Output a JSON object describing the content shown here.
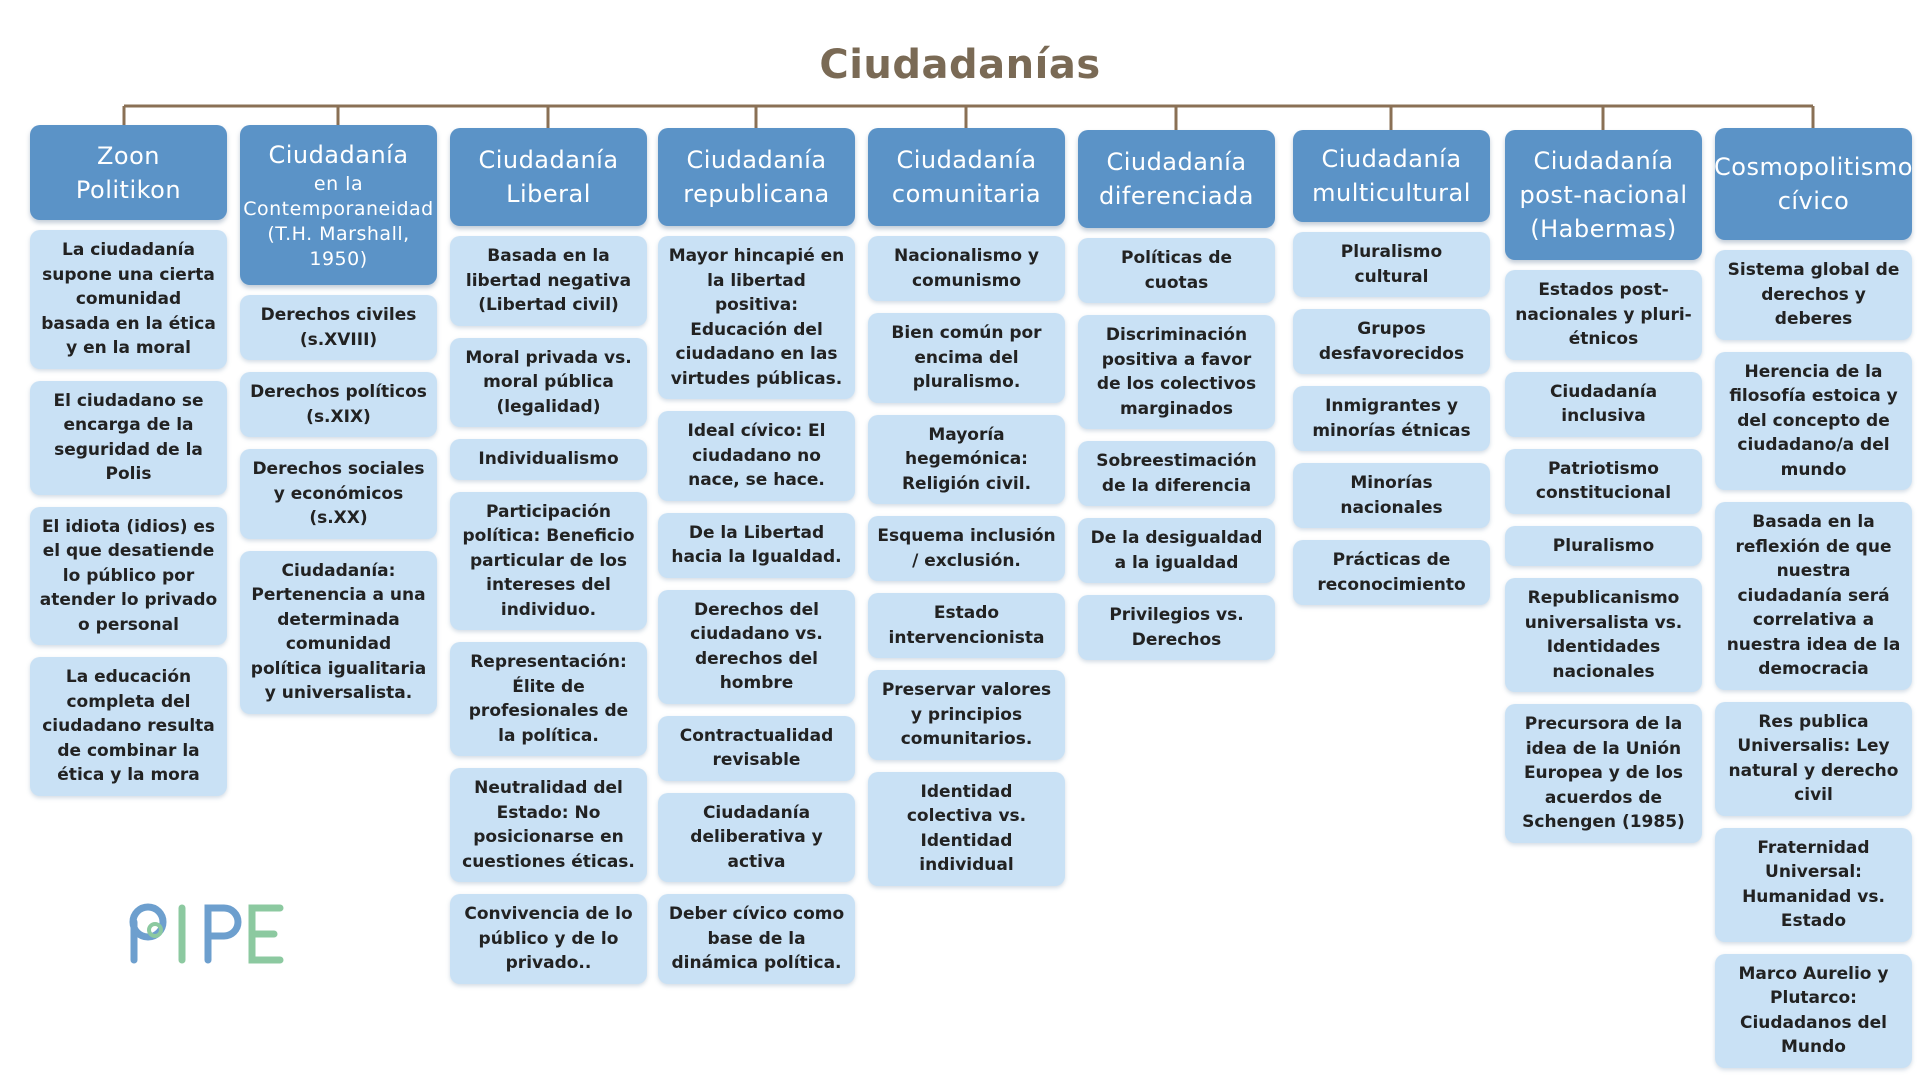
{
  "title": "Ciudadanías",
  "columns": [
    {
      "header": [
        "Zoon",
        "Politikon"
      ],
      "items": [
        "La ciudadanía supone una cierta comunidad basada en la ética y en la moral",
        "El ciudadano se encarga de la seguridad de la Polis",
        "El idiota (idios) es el que desatiende lo público por atender lo privado o personal",
        "La educación completa del ciudadano resulta de combinar la ética y la mora"
      ]
    },
    {
      "header": [
        "Ciudadanía"
      ],
      "header_sub": [
        "en la",
        "Contemporaneidad",
        "(T.H. Marshall,",
        "1950)"
      ],
      "items": [
        "Derechos civiles (s.XVIII)",
        "Derechos políticos (s.XIX)",
        "Derechos sociales y económicos (s.XX)",
        "Ciudadanía: Pertenencia a una determinada comunidad política igualitaria y universalista."
      ]
    },
    {
      "header": [
        "Ciudadanía",
        "Liberal"
      ],
      "items": [
        "Basada en la libertad negativa (Libertad civil)",
        "Moral privada vs. moral pública (legalidad)",
        "Individualismo",
        "Participación política: Beneficio particular de los intereses del individuo.",
        "Representación: Élite de profesionales de la política.",
        "Neutralidad del Estado: No posicionarse en cuestiones éticas.",
        "Convivencia de lo público y de lo privado.."
      ]
    },
    {
      "header": [
        "Ciudadanía",
        "republicana"
      ],
      "items": [
        "Mayor hincapié en la libertad positiva: Educación del ciudadano en las virtudes públicas.",
        "Ideal cívico: El ciudadano no nace, se hace.",
        "De la Libertad hacia la Igualdad.",
        "Derechos del ciudadano vs. derechos del hombre",
        "Contractualidad revisable",
        "Ciudadanía deliberativa y activa",
        "Deber cívico como base de la dinámica política."
      ]
    },
    {
      "header": [
        "Ciudadanía",
        "comunitaria"
      ],
      "items": [
        "Nacionalismo y comunismo",
        "Bien común por encima del pluralismo.",
        "Mayoría hegemónica: Religión civil.",
        "Esquema inclusión / exclusión.",
        "Estado intervencionista",
        "Preservar valores y principios comunitarios.",
        "Identidad colectiva vs. Identidad individual"
      ]
    },
    {
      "header": [
        "Ciudadanía",
        "diferenciada"
      ],
      "items": [
        "Políticas de cuotas",
        "Discriminación positiva a favor de los colectivos marginados",
        "Sobreestimación de la diferencia",
        "De la desigualdad a la igualdad",
        "Privilegios vs. Derechos"
      ]
    },
    {
      "header": [
        "Ciudadanía",
        "multicultural"
      ],
      "items": [
        "Pluralismo cultural",
        "Grupos desfavorecidos",
        "Inmigrantes y minorías étnicas",
        "Minorías nacionales",
        "Prácticas de reconocimiento"
      ]
    },
    {
      "header": [
        "Ciudadanía",
        "post-nacional",
        "(Habermas)"
      ],
      "items": [
        "Estados post-nacionales y pluri-étnicos",
        "Ciudadanía inclusiva",
        "Patriotismo constitucional",
        "Pluralismo",
        "Republicanismo universalista vs. Identidades nacionales",
        "Precursora de la idea de la Unión Europea y de los acuerdos de Schengen (1985)"
      ]
    },
    {
      "header": [
        "Cosmopolitismo",
        "cívico"
      ],
      "items": [
        "Sistema global de derechos y deberes",
        "Herencia de la filosofía estoica y del concepto de ciudadano/a del mundo",
        "Basada en la reflexión de que nuestra ciudadanía será correlativa a nuestra idea de la democracia",
        "Res publica Universalis: Ley natural y derecho civil",
        "Fraternidad Universal: Humanidad vs. Estado",
        "Marco Aurelio y Plutarco: Ciudadanos del Mundo"
      ]
    }
  ],
  "colors": {
    "title": "#7a6a55",
    "connector": "#8a7055",
    "header_bg": "#5b93c7",
    "card_bg": "#c9e1f5",
    "logo_blue": "#6d9fce",
    "logo_green": "#8cc9a0"
  },
  "logo": {
    "text": "PIPE"
  }
}
